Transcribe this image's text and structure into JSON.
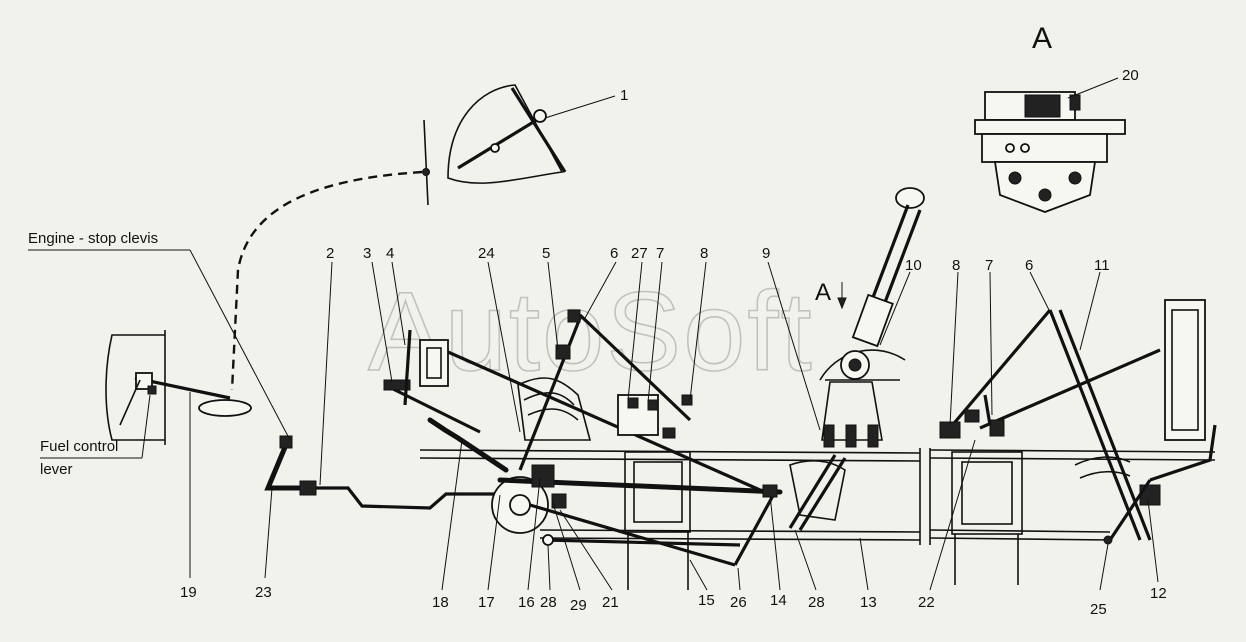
{
  "view_label": "A",
  "watermark": "AutoSoft",
  "captions": {
    "engine_stop_clevis": "Engine - stop clevis",
    "fuel_control_line1": "Fuel control",
    "fuel_control_line2": "lever"
  },
  "callouts": {
    "n1": "1",
    "n2": "2",
    "n3": "3",
    "n4": "4",
    "n5": "5",
    "n6": "6",
    "n6b": "6",
    "n7": "7",
    "n7b": "7",
    "n8": "8",
    "n8b": "8",
    "n9": "9",
    "n10": "10",
    "n11": "11",
    "n12": "12",
    "n13": "13",
    "n14": "14",
    "n15": "15",
    "n16": "16",
    "n17": "17",
    "n18": "18",
    "n19": "19",
    "n20": "20",
    "n21": "21",
    "n22": "22",
    "n23": "23",
    "n24": "24",
    "n25": "25",
    "n26": "26",
    "n27": "27",
    "n28": "28",
    "n28b": "28",
    "n29": "29",
    "arrowA": "A"
  }
}
